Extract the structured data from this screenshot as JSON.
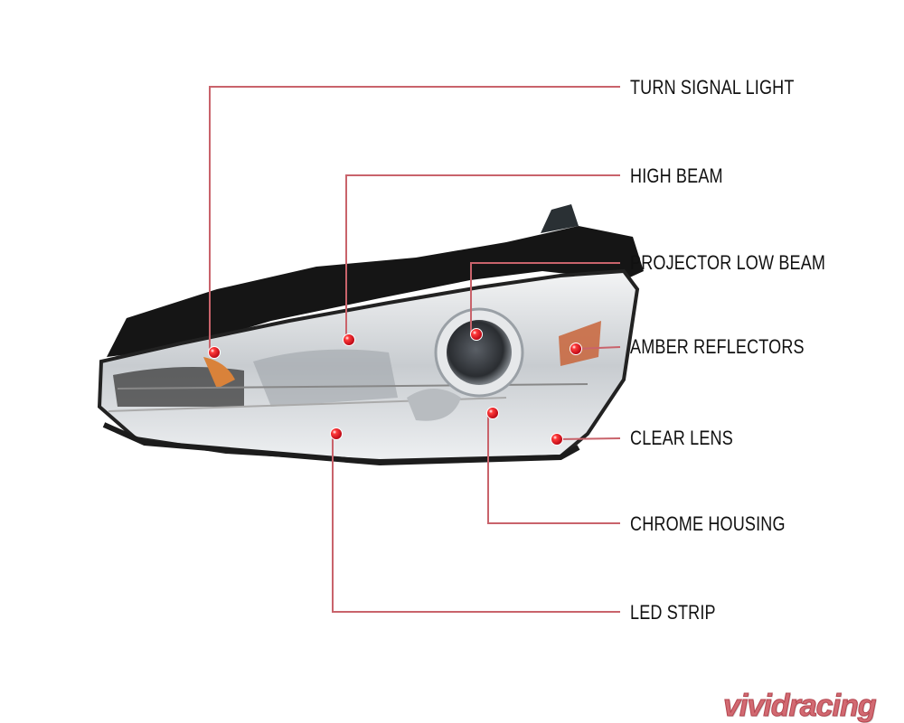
{
  "title": "Headlight features diagram",
  "callouts": [
    {
      "id": "turn-signal-light",
      "label": "TURN SIGNAL LIGHT"
    },
    {
      "id": "high-beam",
      "label": "HIGH BEAM"
    },
    {
      "id": "projector-low-beam",
      "label": "PROJECTOR LOW BEAM"
    },
    {
      "id": "amber-reflectors",
      "label": "AMBER REFLECTORS"
    },
    {
      "id": "clear-lens",
      "label": "CLEAR LENS"
    },
    {
      "id": "chrome-housing",
      "label": "CHROME HOUSING"
    },
    {
      "id": "led-strip",
      "label": "LED STRIP"
    }
  ],
  "logo": "vividracing",
  "colors": {
    "leader_line": "#c9636b",
    "marker": "#d8141e",
    "housing": "#1a1a1a",
    "chrome": "#d9dcdf",
    "amber": "#d9823a"
  }
}
